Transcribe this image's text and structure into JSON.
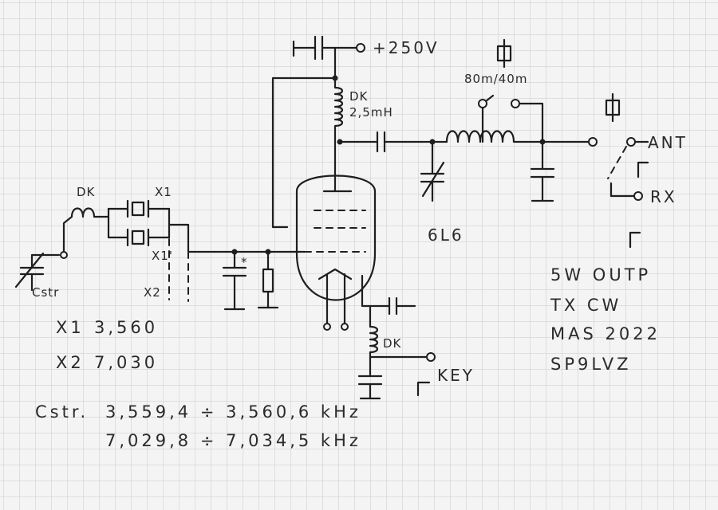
{
  "supply": {
    "label": "+250V"
  },
  "choke_plate": {
    "line1": "DK",
    "line2": "2,5mH"
  },
  "band_switch": {
    "label": "80m/40m"
  },
  "choke_input": {
    "label": "DK"
  },
  "choke_cathode": {
    "label": "DK"
  },
  "crystal_1": {
    "label": "X1"
  },
  "crystal_1b": {
    "label": "X1'"
  },
  "crystal_2": {
    "label": "X2"
  },
  "trimmer": {
    "label": "Cstr"
  },
  "tube": {
    "label": "6L6"
  },
  "outputs": {
    "ant": "ANT",
    "rx": "RX",
    "key": "KEY"
  },
  "capacitor_mark": {
    "label": "*"
  },
  "crystal_list": [
    {
      "name": "X1",
      "freq": "3,560"
    },
    {
      "name": "X2",
      "freq": "7,030"
    }
  ],
  "tuning": {
    "prefix": "Cstr.",
    "range_1": "3,559,4 ÷ 3,560,6 kHz",
    "range_2": "7,029,8 ÷ 7,034,5 kHz"
  },
  "notes": [
    "5W OUTP",
    "TX CW",
    "MAS 2022",
    "SP9LVZ"
  ],
  "colors": {
    "paper": "#f4f4f4",
    "grid": "#c9c9c9",
    "ink": "#1e1e1e"
  }
}
